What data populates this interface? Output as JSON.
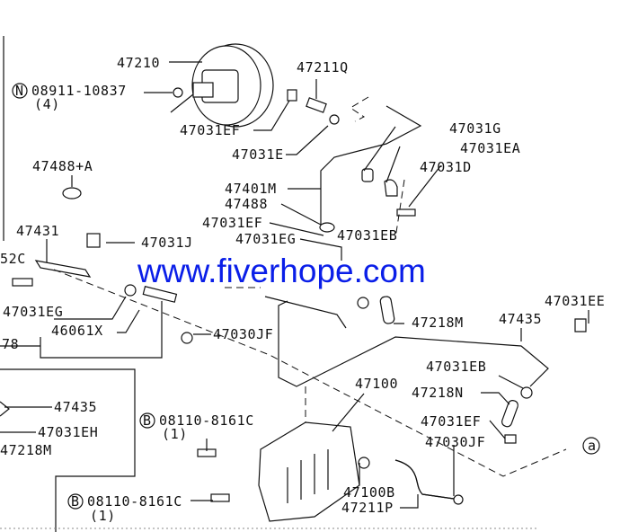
{
  "watermark": "www.fiverhope.com",
  "labels": {
    "booster": "47210",
    "nut_code": "N",
    "nut": "08911-10837",
    "nut_qty": "(4)",
    "hose_q": "47211Q",
    "clamp_ef_1": "47031EF",
    "clamp_e": "47031E",
    "clamp_g": "47031G",
    "clamp_ea": "47031EA",
    "bolt_d": "47031D",
    "grommet_a": "47488+A",
    "tube_m": "47401M",
    "grommet": "47488",
    "clamp_ef_2": "47031EF",
    "clamp_eb_1": "47031EB",
    "bracket": "47431",
    "clip_j": "47031J",
    "partial_52c": "52C",
    "clamp_eg_1": "47031EG",
    "clamp_eg_2": "47031EG",
    "part_46061x": "46061X",
    "partial_78": "78",
    "clamp_jf_1": "47030JF",
    "hose_218m_1": "47218M",
    "tube_435_1": "47435",
    "clip_ee": "47031EE",
    "clamp_eb_2": "47031EB",
    "hose_218n": "47218N",
    "tank": "47100",
    "clamp_ef_3": "47031EF",
    "clamp_jf_2": "47030JF",
    "tube_435_2": "47435",
    "clamp_eh": "47031EH",
    "hose_218m_2": "47218M",
    "bolt_code_1": "B",
    "bolt_1": "08110-8161C",
    "bolt_qty_1": "(1)",
    "nut_100b": "47100B",
    "hose_211p": "47211P",
    "bolt_code_2": "B",
    "bolt_2": "08110-8161C",
    "bolt_qty_2": "(1)",
    "ref_a": "a"
  }
}
